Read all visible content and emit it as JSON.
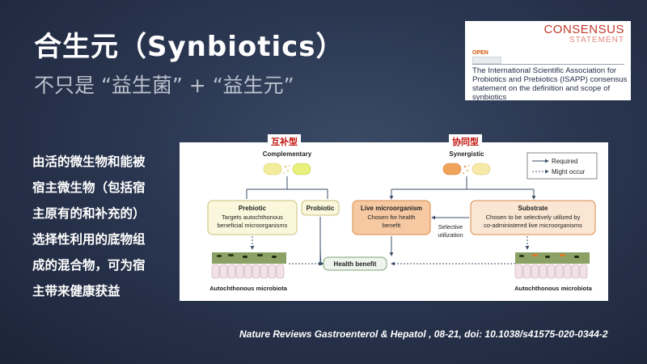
{
  "slide": {
    "title": "合生元（Synbiotics）",
    "subtitle": "不只是 “益生菌” + “益生元”",
    "body_lines": [
      "由活的微生物和能被",
      "宿主微生物（包括宿",
      "主原有的和补充的）",
      "选择性利用的底物组",
      "成的混合物，可为宿",
      "主带来健康获益"
    ],
    "citation": "Nature Reviews Gastroenterol & Hepatol ,   08-21, doi: 10.1038/s41575-020-0344-2"
  },
  "consensus_card": {
    "brand_top": "CONSENSUS",
    "brand_bottom": "STATEMENT",
    "open_label": "OPEN",
    "paper_title": "The International Scientific Association for Probiotics and Prebiotics (ISAPP) consensus statement on the definition and scope of synbiotics"
  },
  "diagram": {
    "tag_left": "互补型",
    "tag_right": "协同型",
    "complementary_label": "Complementary",
    "synergistic_label": "Synergistic",
    "legend": {
      "required": "Required",
      "might_occur": "Might occur"
    },
    "boxes": {
      "prebiotic_title": "Prebiotic",
      "prebiotic_desc_1": "Targets autochthonous",
      "prebiotic_desc_2": "beneficial microorganisms",
      "probiotic_title": "Probiotic",
      "live_title": "Live microorganism",
      "live_desc_1": "Chosen for health",
      "live_desc_2": "benefit",
      "substrate_title": "Substrate",
      "substrate_desc_1": "Chosen to be selectively utilized by",
      "substrate_desc_2": "co-administered live microorganisms",
      "health_benefit": "Health benefit"
    },
    "selective_1": "Selective",
    "selective_2": "utilization",
    "microbiota_left": "Autochthonous microbiota",
    "microbiota_right": "Autochthonous microbiota",
    "colors": {
      "yellow_fill": "#fbf7dc",
      "yellow_stroke": "#c9c27a",
      "orange_fill": "#f6c9a2",
      "orange_stroke": "#d88a4a",
      "peach_fill": "#fbe6d3",
      "green_fill": "#eef5ec",
      "tag_red": "#c0150f"
    }
  }
}
